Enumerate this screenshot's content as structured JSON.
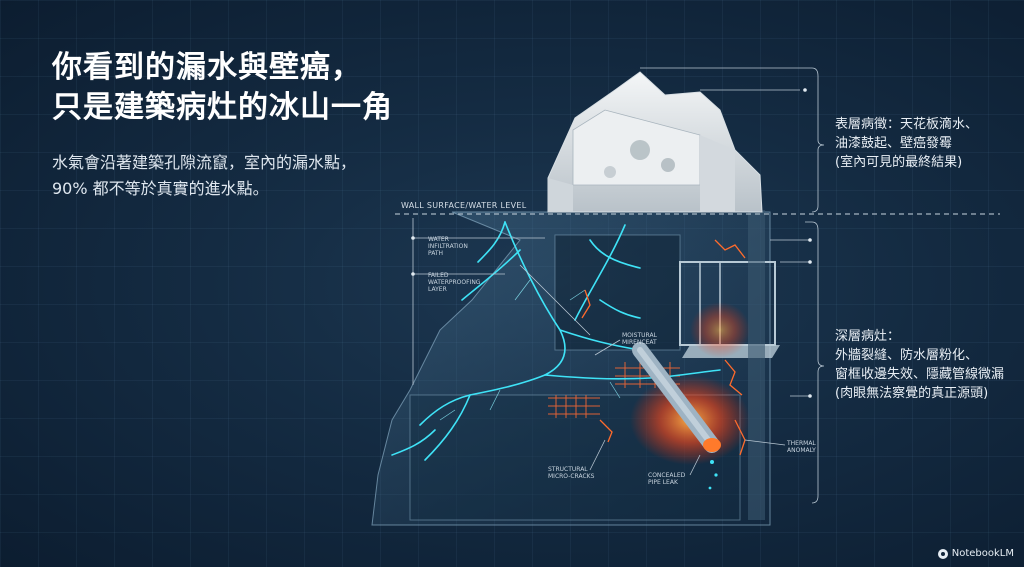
{
  "headline": "你看到的漏水與壁癌，\n只是建築病灶的冰山一角",
  "subtext": "水氣會沿著建築孔隙流竄，室內的漏水點，\n90% 都不等於真實的進水點。",
  "diagram": {
    "wall_level_label": "WALL SURFACE/WATER LEVEL",
    "labels": {
      "infiltration": "WATER\nINFILTRATION\nPATH",
      "failed_layer": "FAILED\nWATERPROOFING\nLAYER",
      "moisture": "MOISTURAL\nMIRENCEAT",
      "micro_cracks": "STRUCTURAL\nMICRO-CRACKS",
      "pipe_leak": "CONCEALED\nPIPE LEAK",
      "thermal": "THERMAL\nANOMALY"
    },
    "colors": {
      "water": "#38e0f5",
      "heat": "#ff5a1f",
      "frame": "#9fb7c9"
    }
  },
  "surface_symptoms": "表層病徵：天花板滴水、\n油漆鼓起、壁癌發霉\n(室內可見的最終結果)",
  "deep_causes": "深層病灶：\n外牆裂縫、防水層粉化、\n窗框收邊失效、隱藏管線微漏\n(肉眼無法察覺的真正源頭)",
  "brand": "NotebookLM"
}
